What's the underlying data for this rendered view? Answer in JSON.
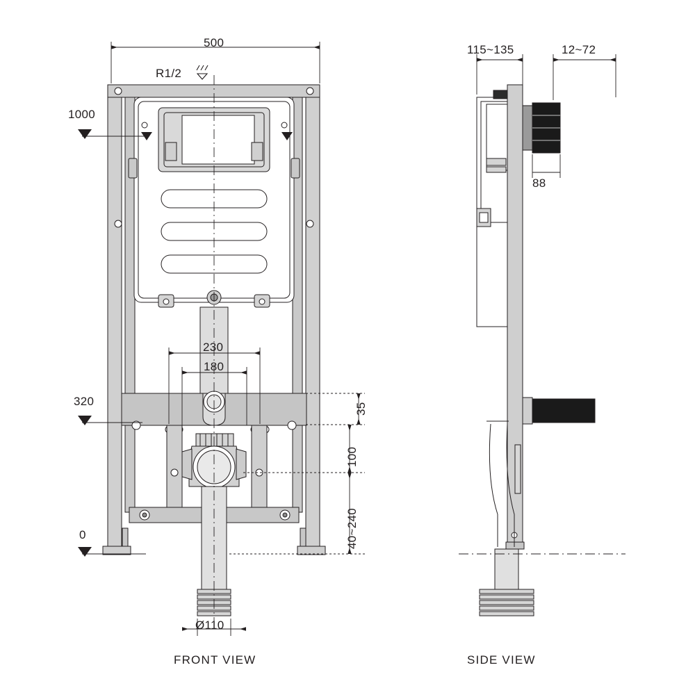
{
  "drawing": {
    "title_front": "FRONT VIEW",
    "title_side": "SIDE VIEW",
    "colors": {
      "line": "#231f20",
      "fill_light": "#d9d9d9",
      "fill_mid": "#bfbfbf",
      "fill_dark": "#1a1a1a",
      "background": "#ffffff"
    },
    "dimensions": {
      "overall_width": "500",
      "thread_size": "R1/2",
      "height_top": "1000",
      "height_mid": "320",
      "height_base": "0",
      "pipe_center_outer": "230",
      "pipe_center_inner": "180",
      "offset_35": "35",
      "offset_100": "100",
      "range_40_240": "40~240",
      "outlet_diameter": "Ø110",
      "side_depth_range": "115~135",
      "side_front_range": "12~72",
      "side_88": "88"
    }
  }
}
